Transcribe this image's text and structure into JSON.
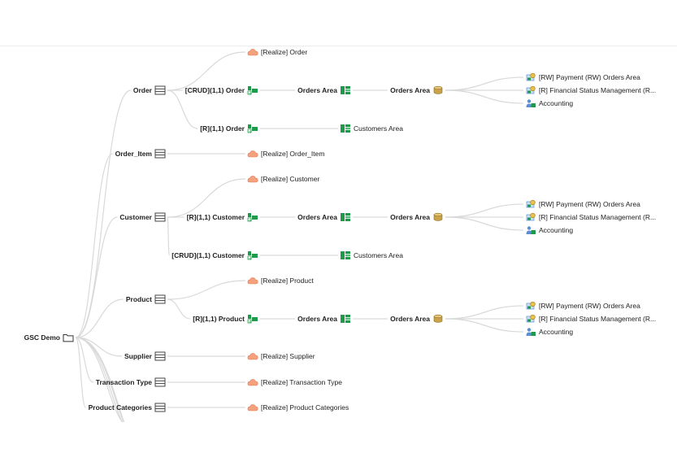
{
  "colors": {
    "edge": "#d9d9d9",
    "table_icon": "#444444",
    "realize": "#f4a27d",
    "realize_stroke": "#e07a50",
    "green": "#1f9a4a",
    "db": "#c9a24a",
    "app_blue": "#5b8fd1"
  },
  "nodes": [
    {
      "id": "root",
      "label": "GSC Demo",
      "icon": "folder-icon",
      "bold": true
    },
    {
      "id": "order",
      "label": "Order",
      "icon": "table-icon",
      "bold": true
    },
    {
      "id": "order-realize",
      "label": "[Realize] Order",
      "icon": "realize-cloud-icon",
      "bold": false
    },
    {
      "id": "order-crud",
      "label": "[CRUD](1,1) Order",
      "icon": "database-access-icon",
      "bold": true
    },
    {
      "id": "order-area1",
      "label": "Orders Area",
      "icon": "area-grid-icon",
      "bold": true
    },
    {
      "id": "order-area2",
      "label": "Orders Area",
      "icon": "database-cylinder-icon",
      "bold": true
    },
    {
      "id": "order-app1",
      "label": "[RW] Payment (RW) Orders Area",
      "icon": "application-gear-icon",
      "bold": false
    },
    {
      "id": "order-app2",
      "label": "[R] Financial Status Management (R...",
      "icon": "application-gear-icon",
      "bold": false
    },
    {
      "id": "order-app3",
      "label": "Accounting",
      "icon": "application-people-icon",
      "bold": false
    },
    {
      "id": "order-r",
      "label": "[R](1,1) Order",
      "icon": "database-access-icon",
      "bold": true
    },
    {
      "id": "order-cust-area",
      "label": "Customers Area",
      "icon": "area-grid-icon",
      "bold": false
    },
    {
      "id": "orderitem",
      "label": "Order_Item",
      "icon": "table-icon",
      "bold": true
    },
    {
      "id": "orderitem-realize",
      "label": "[Realize] Order_Item",
      "icon": "realize-cloud-icon",
      "bold": false
    },
    {
      "id": "customer",
      "label": "Customer",
      "icon": "table-icon",
      "bold": true
    },
    {
      "id": "customer-realize",
      "label": "[Realize] Customer",
      "icon": "realize-cloud-icon",
      "bold": false
    },
    {
      "id": "customer-r",
      "label": "[R](1,1) Customer",
      "icon": "database-access-icon",
      "bold": true
    },
    {
      "id": "customer-area1",
      "label": "Orders Area",
      "icon": "area-grid-icon",
      "bold": true
    },
    {
      "id": "customer-area2",
      "label": "Orders Area",
      "icon": "database-cylinder-icon",
      "bold": true
    },
    {
      "id": "customer-app1",
      "label": "[RW] Payment (RW) Orders Area",
      "icon": "application-gear-icon",
      "bold": false
    },
    {
      "id": "customer-app2",
      "label": "[R] Financial Status Management (R...",
      "icon": "application-gear-icon",
      "bold": false
    },
    {
      "id": "customer-app3",
      "label": "Accounting",
      "icon": "application-people-icon",
      "bold": false
    },
    {
      "id": "customer-crud",
      "label": "[CRUD](1,1) Customer",
      "icon": "database-access-icon",
      "bold": true
    },
    {
      "id": "customer-cust-area",
      "label": "Customers Area",
      "icon": "area-grid-icon",
      "bold": false
    },
    {
      "id": "product",
      "label": "Product",
      "icon": "table-icon",
      "bold": true
    },
    {
      "id": "product-realize",
      "label": "[Realize] Product",
      "icon": "realize-cloud-icon",
      "bold": false
    },
    {
      "id": "product-r",
      "label": "[R](1,1) Product",
      "icon": "database-access-icon",
      "bold": true
    },
    {
      "id": "product-area1",
      "label": "Orders Area",
      "icon": "area-grid-icon",
      "bold": true
    },
    {
      "id": "product-area2",
      "label": "Orders Area",
      "icon": "database-cylinder-icon",
      "bold": true
    },
    {
      "id": "product-app1",
      "label": "[RW] Payment (RW) Orders Area",
      "icon": "application-gear-icon",
      "bold": false
    },
    {
      "id": "product-app2",
      "label": "[R] Financial Status Management (R...",
      "icon": "application-gear-icon",
      "bold": false
    },
    {
      "id": "product-app3",
      "label": "Accounting",
      "icon": "application-people-icon",
      "bold": false
    },
    {
      "id": "supplier",
      "label": "Supplier",
      "icon": "table-icon",
      "bold": true
    },
    {
      "id": "supplier-realize",
      "label": "[Realize] Supplier",
      "icon": "realize-cloud-icon",
      "bold": false
    },
    {
      "id": "txtype",
      "label": "Transaction Type",
      "icon": "table-icon",
      "bold": true
    },
    {
      "id": "txtype-realize",
      "label": "[Realize] Transaction Type",
      "icon": "realize-cloud-icon",
      "bold": false
    },
    {
      "id": "prodcat",
      "label": "Product Categories",
      "icon": "table-icon",
      "bold": true
    },
    {
      "id": "prodcat-realize",
      "label": "[Realize] Product Categories",
      "icon": "realize-cloud-icon",
      "bold": false
    }
  ],
  "edges": [
    [
      "root",
      "order"
    ],
    [
      "root",
      "orderitem"
    ],
    [
      "root",
      "customer"
    ],
    [
      "root",
      "product"
    ],
    [
      "root",
      "supplier"
    ],
    [
      "root",
      "txtype"
    ],
    [
      "root",
      "prodcat"
    ],
    [
      "root",
      "offscreen1"
    ],
    [
      "root",
      "offscreen2"
    ],
    [
      "root",
      "offscreen3"
    ],
    [
      "root",
      "offscreen4"
    ],
    [
      "order",
      "order-realize"
    ],
    [
      "order",
      "order-crud"
    ],
    [
      "order",
      "order-r"
    ],
    [
      "order-crud",
      "order-area1"
    ],
    [
      "order-area1",
      "order-area2"
    ],
    [
      "order-area2",
      "order-app1"
    ],
    [
      "order-area2",
      "order-app2"
    ],
    [
      "order-area2",
      "order-app3"
    ],
    [
      "order-r",
      "order-cust-area"
    ],
    [
      "orderitem",
      "orderitem-realize"
    ],
    [
      "customer",
      "customer-realize"
    ],
    [
      "customer",
      "customer-r"
    ],
    [
      "customer",
      "customer-crud"
    ],
    [
      "customer-r",
      "customer-area1"
    ],
    [
      "customer-area1",
      "customer-area2"
    ],
    [
      "customer-area2",
      "customer-app1"
    ],
    [
      "customer-area2",
      "customer-app2"
    ],
    [
      "customer-area2",
      "customer-app3"
    ],
    [
      "customer-crud",
      "customer-cust-area"
    ],
    [
      "product",
      "product-realize"
    ],
    [
      "product",
      "product-r"
    ],
    [
      "product-r",
      "product-area1"
    ],
    [
      "product-area1",
      "product-area2"
    ],
    [
      "product-area2",
      "product-app1"
    ],
    [
      "product-area2",
      "product-app2"
    ],
    [
      "product-area2",
      "product-app3"
    ],
    [
      "supplier",
      "supplier-realize"
    ],
    [
      "txtype",
      "txtype-realize"
    ],
    [
      "prodcat",
      "prodcat-realize"
    ]
  ]
}
